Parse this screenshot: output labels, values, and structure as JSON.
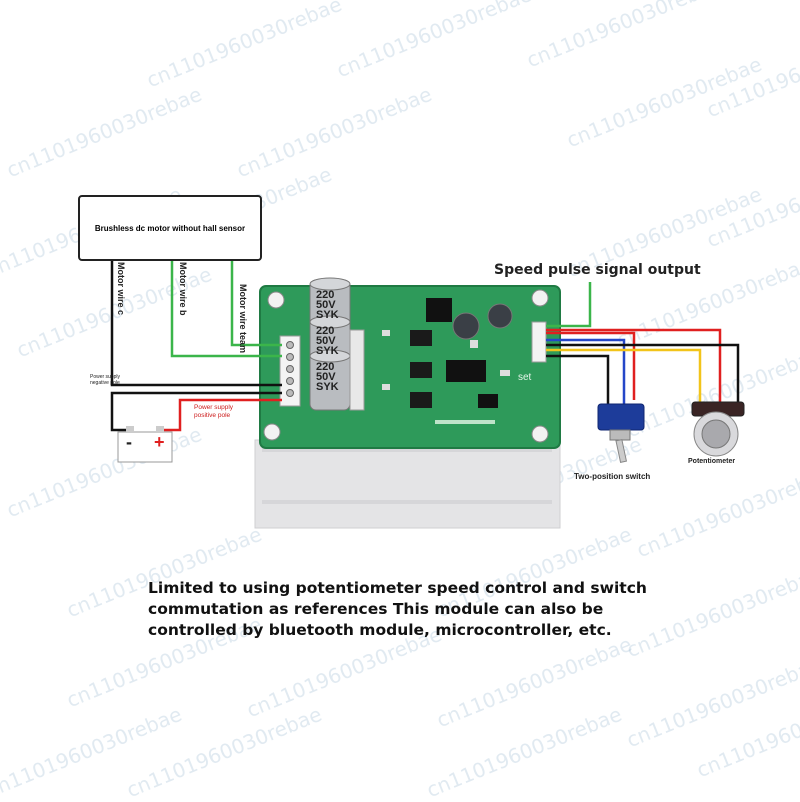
{
  "motor_box": {
    "label": "Brushless dc motor without hall sensor"
  },
  "wires": {
    "c": "Motor wire c",
    "b": "Motor wire b",
    "a": "Motor wire team"
  },
  "power": {
    "negative": "Power supply negative pole",
    "positive": "Power supply positive pole",
    "minus_sign": "-",
    "plus_sign": "+"
  },
  "capacitors": [
    {
      "line1": "220",
      "line2": "50V",
      "line3": "SYK"
    },
    {
      "line1": "220",
      "line2": "50V",
      "line3": "SYK"
    },
    {
      "line1": "220",
      "line2": "50V",
      "line3": "SYK"
    }
  ],
  "board": {
    "set_label": "set"
  },
  "speed_output": "Speed pulse signal output",
  "switch_label": "Two-position switch",
  "pot_label": "Potentiometer",
  "caption": [
    "Limited to using potentiometer speed control and switch",
    "commutation as references This module can also be",
    "controlled by bluetooth module, microcontroller, etc."
  ],
  "watermark": "cn1101960030rebae",
  "colors": {
    "board": "#2e9a5a",
    "heatsink": "#e4e4e6",
    "wire_green": "#3bb54a",
    "wire_red": "#e02020",
    "wire_blue": "#2547c8",
    "wire_yellow": "#f2c41a",
    "wire_black": "#111111"
  }
}
